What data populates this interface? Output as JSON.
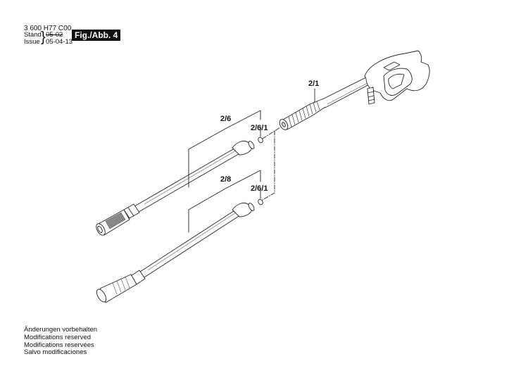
{
  "header": {
    "doc_code": "3 600 H77 C00",
    "stand_label": "Stand",
    "issue_label": "Issue",
    "stand_date": "05-02",
    "issue_date": "05-04-13",
    "figure_badge": "Fig./Abb. 4"
  },
  "callouts": [
    {
      "id": "2/1",
      "label": "2/1",
      "part": "spray-gun-handle"
    },
    {
      "id": "2/6",
      "label": "2/6",
      "part": "lance-adjustable-nozzle"
    },
    {
      "id": "2/6/1a",
      "label": "2/6/1",
      "part": "o-ring-upper"
    },
    {
      "id": "2/8",
      "label": "2/8",
      "part": "lance-rotary-nozzle"
    },
    {
      "id": "2/6/1b",
      "label": "2/6/1",
      "part": "o-ring-lower"
    }
  ],
  "footer": {
    "lines": [
      "Änderungen vorbehalten",
      "Modifications reserved",
      "Modifications reservées",
      "Salvo modificaciones"
    ]
  }
}
